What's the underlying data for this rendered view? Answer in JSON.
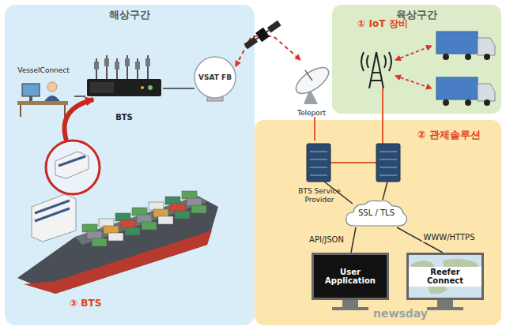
{
  "diagram": {
    "nodes": [
      {
        "text": [
          "해상구간"
        ]
      },
      {
        "text": [
          "VesselConnect"
        ],
        "in": 0
      },
      {
        "text": [
          "BTS"
        ],
        "in": 0
      },
      {
        "text": [
          "VSAT FB"
        ],
        "in": 0
      },
      {
        "text": [
          "육상구간"
        ]
      },
      {
        "text": [
          "① IoT 장비"
        ],
        "in": 4
      },
      {
        "text": [
          "Teleport"
        ]
      },
      {
        "text": [
          "② 관제솔루션"
        ]
      },
      {
        "text": [
          "BTS Service Provider"
        ],
        "in": 7
      },
      {
        "text": [
          "SSL / TLS"
        ],
        "in": 7
      },
      {
        "text": [
          "User Application"
        ],
        "in": 7
      },
      {
        "text": [
          "Reefer Connect"
        ],
        "in": 7
      }
    ],
    "edges": [
      {
        "from": 1,
        "to": 2,
        "arrow": "none"
      },
      {
        "from": 2,
        "to": 3,
        "arrow": "none"
      },
      {
        "from": 3,
        "to": 6,
        "arrow": "both"
      },
      {
        "from": 6,
        "to": 8,
        "arrow": "none"
      },
      {
        "from": 9,
        "to": 10,
        "label": "API/JSON",
        "arrow": "none"
      },
      {
        "from": 9,
        "to": 11,
        "label": "WWW/HTTPS",
        "arrow": "none"
      }
    ],
    "labels": [
      "③ BTS",
      "newsday"
    ]
  }
}
